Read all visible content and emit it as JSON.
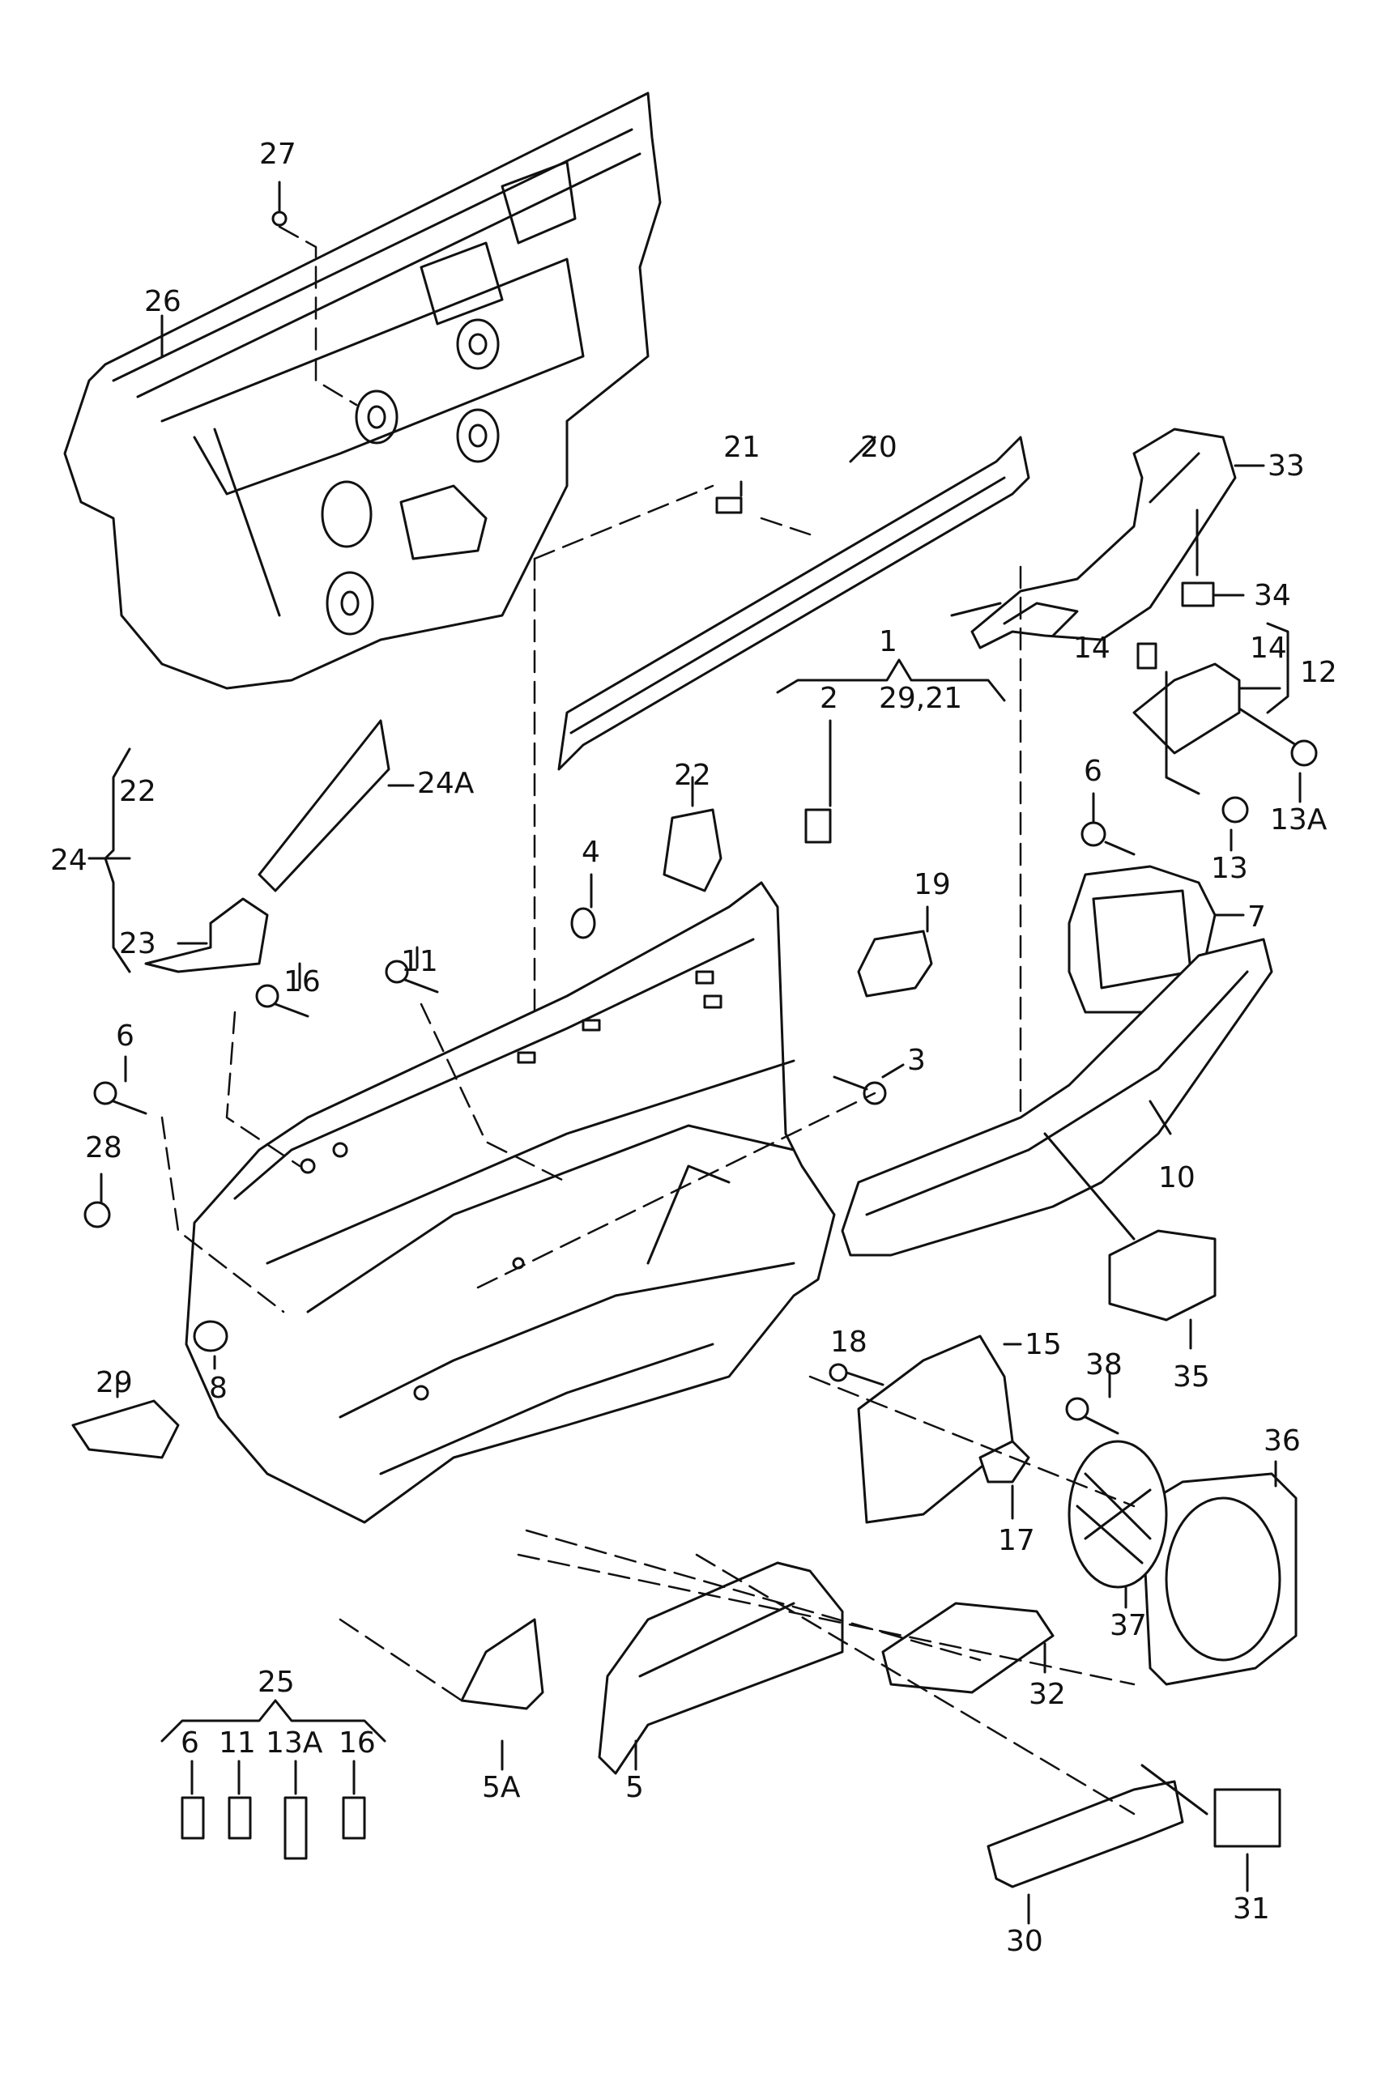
{
  "diagram": {
    "type": "exploded-parts-diagram",
    "subject": "Door trim panel assembly",
    "callouts": [
      {
        "id": "c27",
        "text": "27"
      },
      {
        "id": "c26",
        "text": "26"
      },
      {
        "id": "c21",
        "text": "21"
      },
      {
        "id": "c20",
        "text": "20"
      },
      {
        "id": "c33",
        "text": "33"
      },
      {
        "id": "c34",
        "text": "34"
      },
      {
        "id": "c14a",
        "text": "14"
      },
      {
        "id": "c14b",
        "text": "14"
      },
      {
        "id": "c12",
        "text": "12"
      },
      {
        "id": "c13A",
        "text": "13A"
      },
      {
        "id": "c13",
        "text": "13"
      },
      {
        "id": "c1",
        "text": "1"
      },
      {
        "id": "c29_21",
        "text": "29,21"
      },
      {
        "id": "c2",
        "text": "2"
      },
      {
        "id": "c22a",
        "text": "22"
      },
      {
        "id": "c24A",
        "text": "24A"
      },
      {
        "id": "c22b",
        "text": "22"
      },
      {
        "id": "c24",
        "text": "24"
      },
      {
        "id": "c23",
        "text": "23"
      },
      {
        "id": "c4",
        "text": "4"
      },
      {
        "id": "c19",
        "text": "19"
      },
      {
        "id": "c6a",
        "text": "6"
      },
      {
        "id": "c7",
        "text": "7"
      },
      {
        "id": "c11",
        "text": "11"
      },
      {
        "id": "c16",
        "text": "16"
      },
      {
        "id": "c3",
        "text": "3"
      },
      {
        "id": "c6b",
        "text": "6"
      },
      {
        "id": "c10",
        "text": "10"
      },
      {
        "id": "c28",
        "text": "28"
      },
      {
        "id": "c35",
        "text": "35"
      },
      {
        "id": "c18",
        "text": "18"
      },
      {
        "id": "c15",
        "text": "15"
      },
      {
        "id": "c38",
        "text": "38"
      },
      {
        "id": "c36",
        "text": "36"
      },
      {
        "id": "c29",
        "text": "29"
      },
      {
        "id": "c8",
        "text": "8"
      },
      {
        "id": "c17",
        "text": "17"
      },
      {
        "id": "c37",
        "text": "37"
      },
      {
        "id": "c32",
        "text": "32"
      },
      {
        "id": "c25",
        "text": "25"
      },
      {
        "id": "c25_6",
        "text": "6"
      },
      {
        "id": "c25_11",
        "text": "11"
      },
      {
        "id": "c25_13A",
        "text": "13A"
      },
      {
        "id": "c25_16",
        "text": "16"
      },
      {
        "id": "c5A",
        "text": "5A"
      },
      {
        "id": "c5",
        "text": "5"
      },
      {
        "id": "c30",
        "text": "30"
      },
      {
        "id": "c31",
        "text": "31"
      }
    ]
  }
}
